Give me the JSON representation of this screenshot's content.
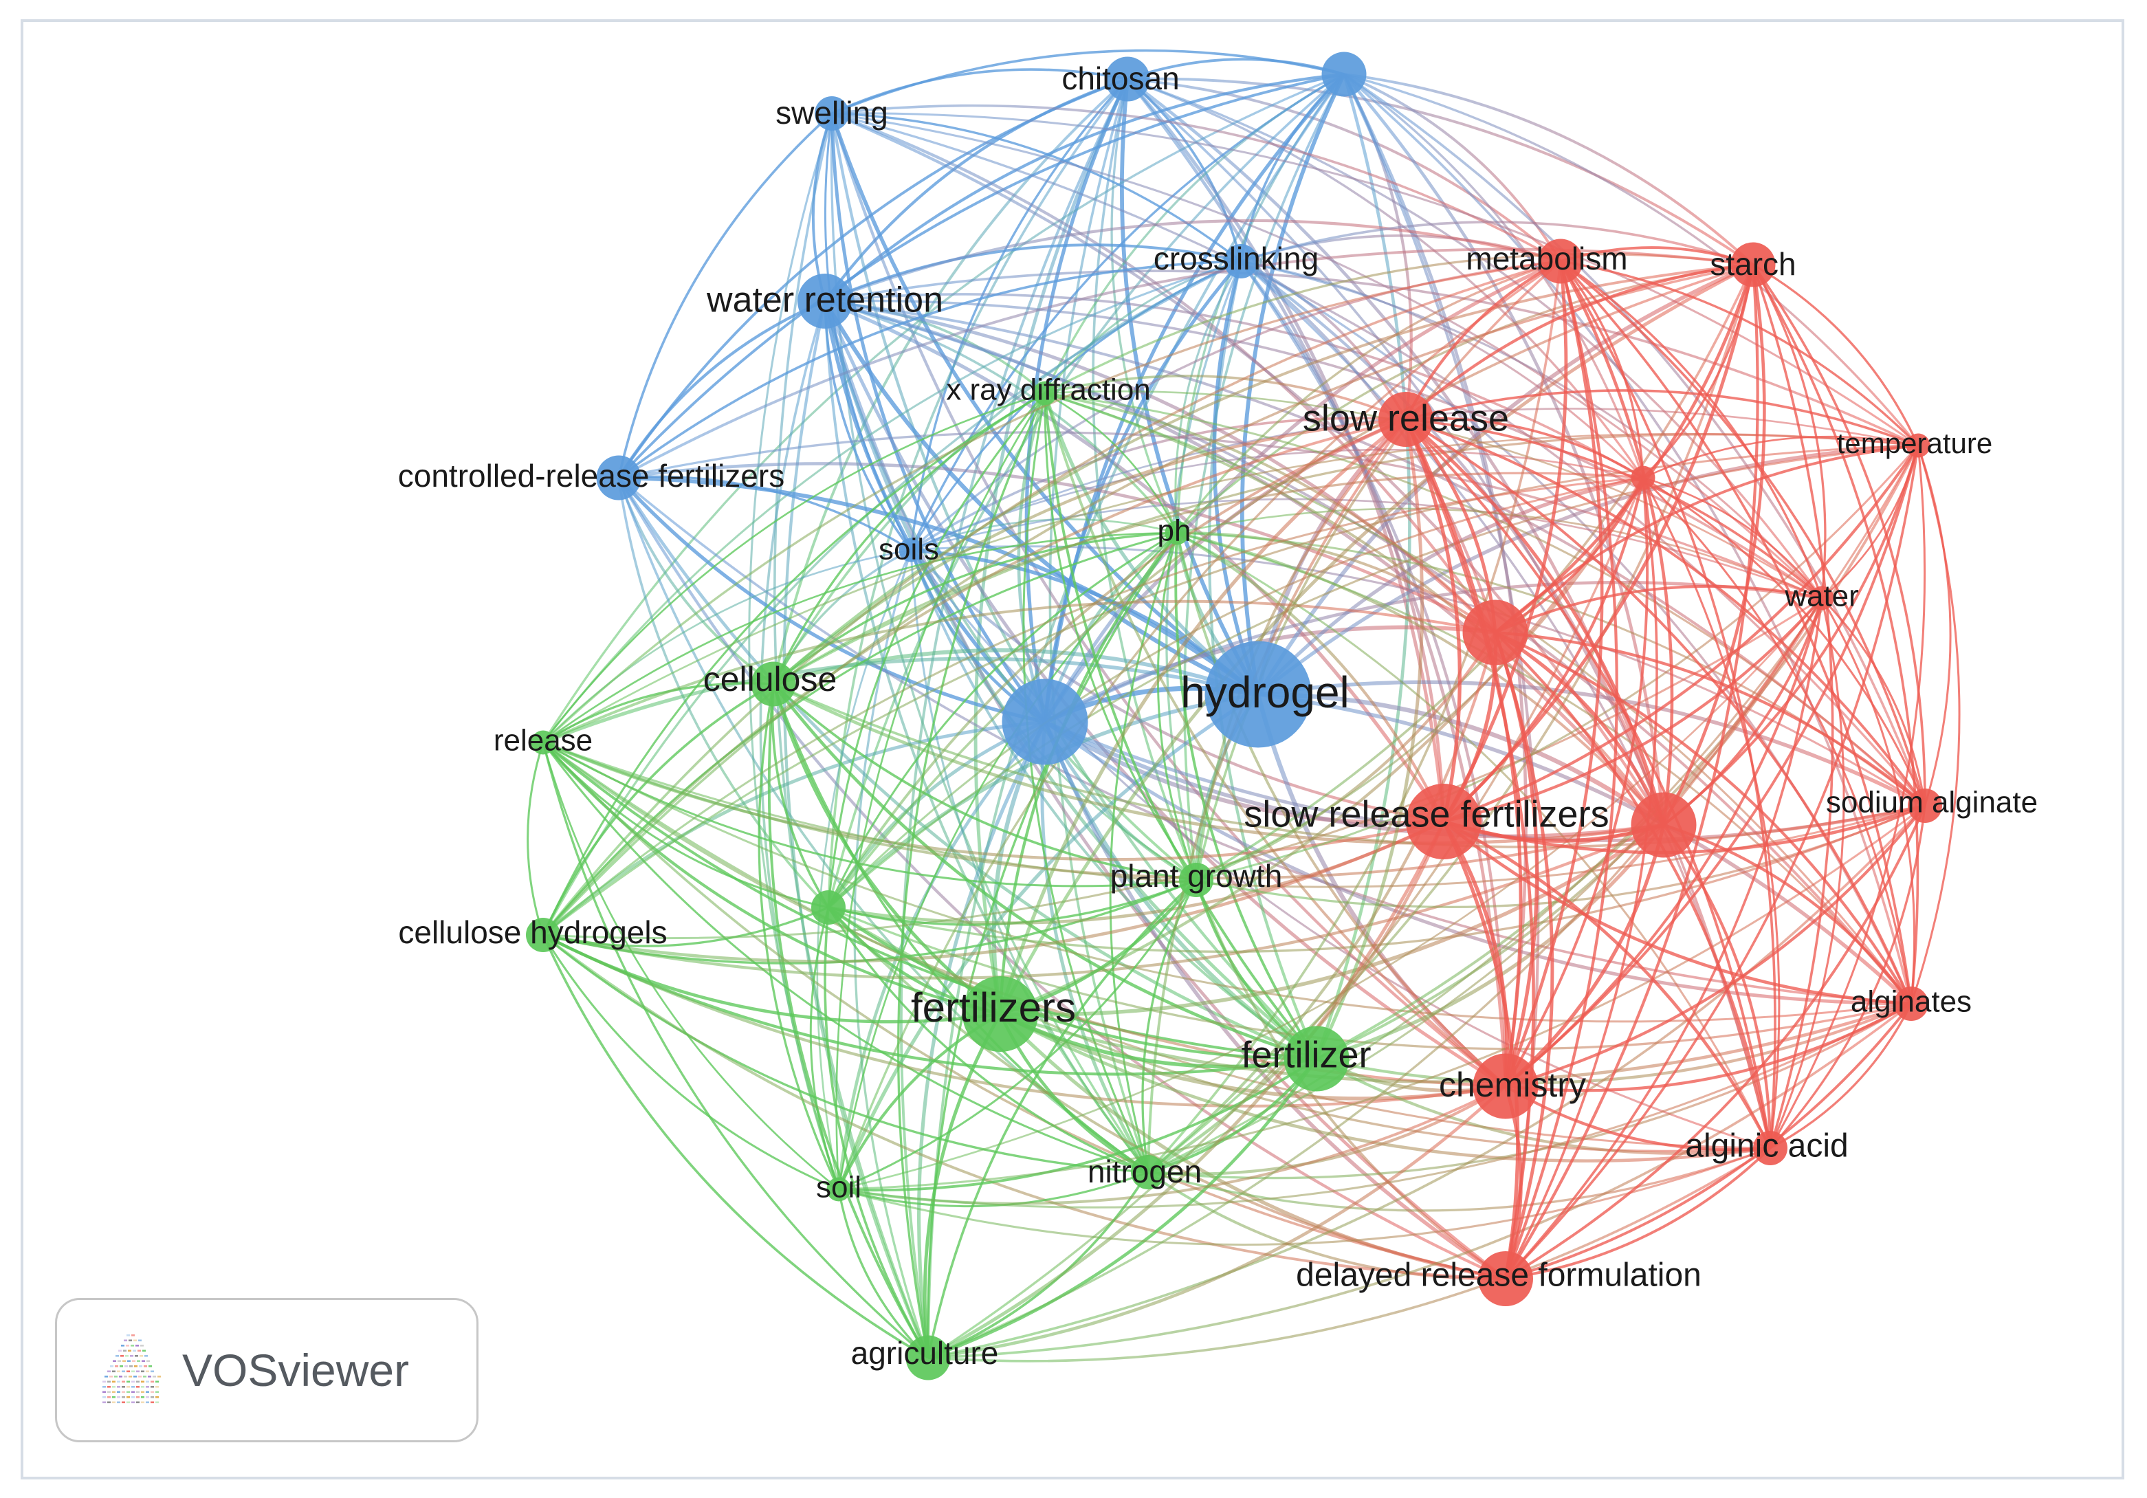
{
  "brand": {
    "name": "VOSviewer"
  },
  "colors": {
    "blue": "#5b9bdc",
    "green": "#5cc85a",
    "red": "#ee5b52",
    "border": "#d6dde6"
  },
  "network": {
    "nodes": [
      {
        "id": "chitosan",
        "label": "chitosan",
        "cluster": "blue",
        "weight": 3
      },
      {
        "id": "b_top",
        "label": "",
        "cluster": "blue",
        "weight": 3
      },
      {
        "id": "swelling",
        "label": "swelling",
        "cluster": "blue",
        "weight": 2
      },
      {
        "id": "water_retention",
        "label": "water retention",
        "cluster": "blue",
        "weight": 4
      },
      {
        "id": "crosslinking",
        "label": "crosslinking",
        "cluster": "blue",
        "weight": 2
      },
      {
        "id": "crf",
        "label": "controlled-release fertilizers",
        "cluster": "blue",
        "weight": 3
      },
      {
        "id": "soils",
        "label": "soils",
        "cluster": "blue",
        "weight": 1
      },
      {
        "id": "b_center",
        "label": "",
        "cluster": "blue",
        "weight": 7
      },
      {
        "id": "hydrogel",
        "label": "hydrogel",
        "cluster": "blue",
        "weight": 9
      },
      {
        "id": "xrd",
        "label": "x ray diffraction",
        "cluster": "green",
        "weight": 1
      },
      {
        "id": "ph",
        "label": "ph",
        "cluster": "green",
        "weight": 1
      },
      {
        "id": "cellulose",
        "label": "cellulose",
        "cluster": "green",
        "weight": 3
      },
      {
        "id": "release",
        "label": "release",
        "cluster": "green",
        "weight": 1
      },
      {
        "id": "cellulose_hydrogels",
        "label": "cellulose hydrogels",
        "cluster": "green",
        "weight": 2
      },
      {
        "id": "g_mid",
        "label": "",
        "cluster": "green",
        "weight": 2
      },
      {
        "id": "plant_growth",
        "label": "plant growth",
        "cluster": "green",
        "weight": 2
      },
      {
        "id": "fertilizers",
        "label": "fertilizers",
        "cluster": "green",
        "weight": 6
      },
      {
        "id": "fertilizer",
        "label": "fertilizer",
        "cluster": "green",
        "weight": 5
      },
      {
        "id": "nitrogen",
        "label": "nitrogen",
        "cluster": "green",
        "weight": 2
      },
      {
        "id": "soil",
        "label": "soil",
        "cluster": "green",
        "weight": 1
      },
      {
        "id": "agriculture",
        "label": "agriculture",
        "cluster": "green",
        "weight": 3
      },
      {
        "id": "metabolism",
        "label": "metabolism",
        "cluster": "red",
        "weight": 3
      },
      {
        "id": "starch",
        "label": "starch",
        "cluster": "red",
        "weight": 3
      },
      {
        "id": "slow_release",
        "label": "slow release",
        "cluster": "red",
        "weight": 4
      },
      {
        "id": "temperature",
        "label": "temperature",
        "cluster": "red",
        "weight": 1
      },
      {
        "id": "r_small",
        "label": "",
        "cluster": "red",
        "weight": 1
      },
      {
        "id": "water",
        "label": "water",
        "cluster": "red",
        "weight": 1
      },
      {
        "id": "r_mid",
        "label": "",
        "cluster": "red",
        "weight": 5
      },
      {
        "id": "srf",
        "label": "slow release fertilizers",
        "cluster": "red",
        "weight": 6
      },
      {
        "id": "r_right",
        "label": "",
        "cluster": "red",
        "weight": 5
      },
      {
        "id": "sodium_alginate",
        "label": "sodium alginate",
        "cluster": "red",
        "weight": 2
      },
      {
        "id": "alginates",
        "label": "alginates",
        "cluster": "red",
        "weight": 2
      },
      {
        "id": "chemistry",
        "label": "chemistry",
        "cluster": "red",
        "weight": 5
      },
      {
        "id": "alginic_acid",
        "label": "alginic acid",
        "cluster": "red",
        "weight": 2
      },
      {
        "id": "drf",
        "label": "delayed release formulation",
        "cluster": "red",
        "weight": 4
      }
    ]
  }
}
